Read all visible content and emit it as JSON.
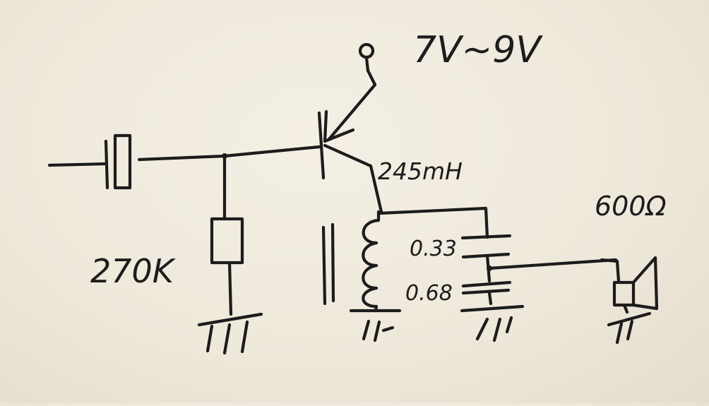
{
  "schematic": {
    "labels": {
      "supply_voltage": "7V~9V",
      "inductance": "245mH",
      "resistor": "270K",
      "capacitor_top": "0.33",
      "capacitor_bottom": "0.68",
      "speaker_impedance": "600Ω"
    }
  }
}
